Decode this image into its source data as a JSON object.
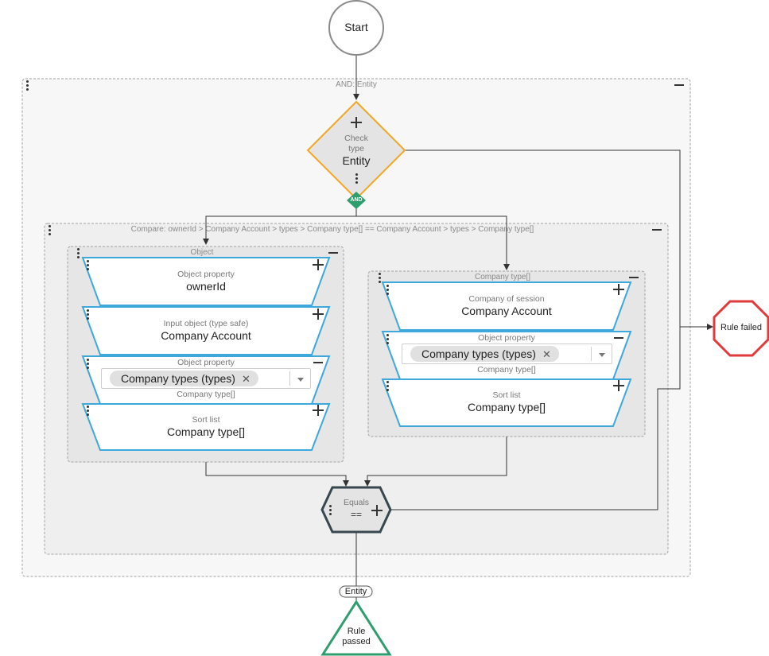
{
  "start": {
    "label": "Start"
  },
  "and_group": {
    "title": "AND: Entity"
  },
  "check_type": {
    "line1": "Check",
    "line2": "type",
    "value": "Entity"
  },
  "and_badge": {
    "label": "AND"
  },
  "compare_group": {
    "title": "Compare: ownerId > Company Account > types > Company type[] == Company Account > types > Company type[]"
  },
  "object_group": {
    "title": "Object",
    "cards": [
      {
        "label": "Object property",
        "value": "ownerId"
      },
      {
        "label": "Input object (type safe)",
        "value": "Company Account"
      },
      {
        "label": "Object property",
        "chip": "Company types (types)",
        "chip_remove": "✕",
        "type": "Company type[]"
      },
      {
        "label": "Sort list",
        "value": "Company type[]"
      }
    ]
  },
  "company_type_group": {
    "title": "Company type[]",
    "cards": [
      {
        "label": "Company of session",
        "value": "Company Account"
      },
      {
        "label": "Object property",
        "chip": "Company types (types)",
        "chip_remove": "✕",
        "type": "Company type[]"
      },
      {
        "label": "Sort list",
        "value": "Company type[]"
      }
    ]
  },
  "equals": {
    "label": "Equals",
    "op": "=="
  },
  "rule_failed": {
    "label": "Rule failed"
  },
  "entity_tag": {
    "label": "Entity"
  },
  "rule_passed": {
    "line1": "Rule",
    "line2": "passed"
  },
  "colors": {
    "card_border": "#3da8dc",
    "check_border": "#f5a623",
    "and_badge": "#2e9e6e",
    "failed": "#e23a3a",
    "passed": "#2e9e6e",
    "equals_border": "#37474f"
  }
}
